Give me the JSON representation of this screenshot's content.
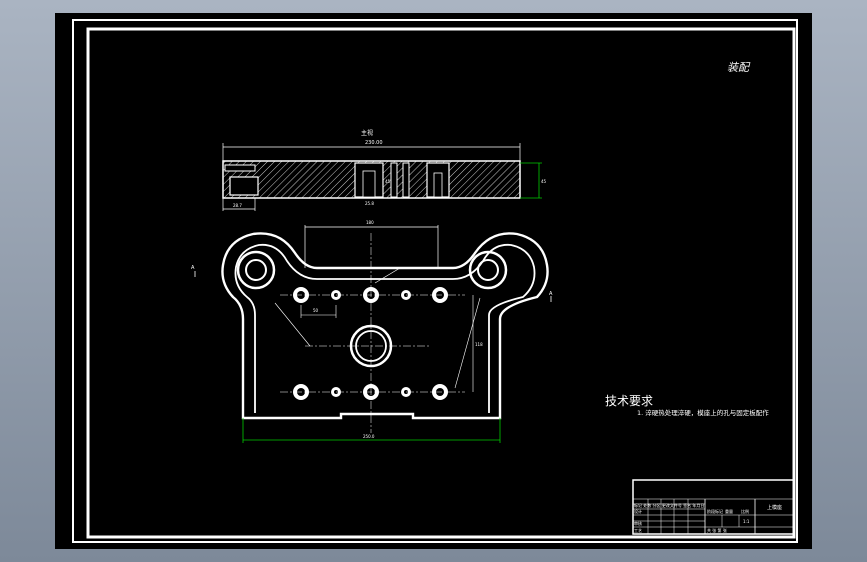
{
  "drawing": {
    "view_label": "装配",
    "top_view": {
      "title": "主视",
      "dim_top": "230.00",
      "dim_left_bottom": "28.7",
      "dim_right": "45",
      "hole_label": "45",
      "mid_label": "25.8"
    },
    "plan_view": {
      "dim_top": "180",
      "dim_bottom": "250.0",
      "dim_right": "118",
      "dim_small": "50",
      "left_marker": "A",
      "right_marker": "A"
    },
    "tech": {
      "heading": "技术要求",
      "note": "1. 淬硬热处理淬硬，模座上的孔与固定板配作"
    },
    "title_block": {
      "part_name": "上模座",
      "scale": "1:1",
      "row_labels": [
        "标记 处数 分区 更改文件号 签名 年月日",
        "设计",
        "审核",
        "工艺"
      ],
      "col_labels": [
        "阶段标记",
        "重量",
        "比例"
      ],
      "sheet_text": "共 张 第 张"
    },
    "colors": {
      "line": "#ffffff",
      "dimension": "#00cc00",
      "frame": "#ffffff",
      "background": "#000000"
    }
  }
}
